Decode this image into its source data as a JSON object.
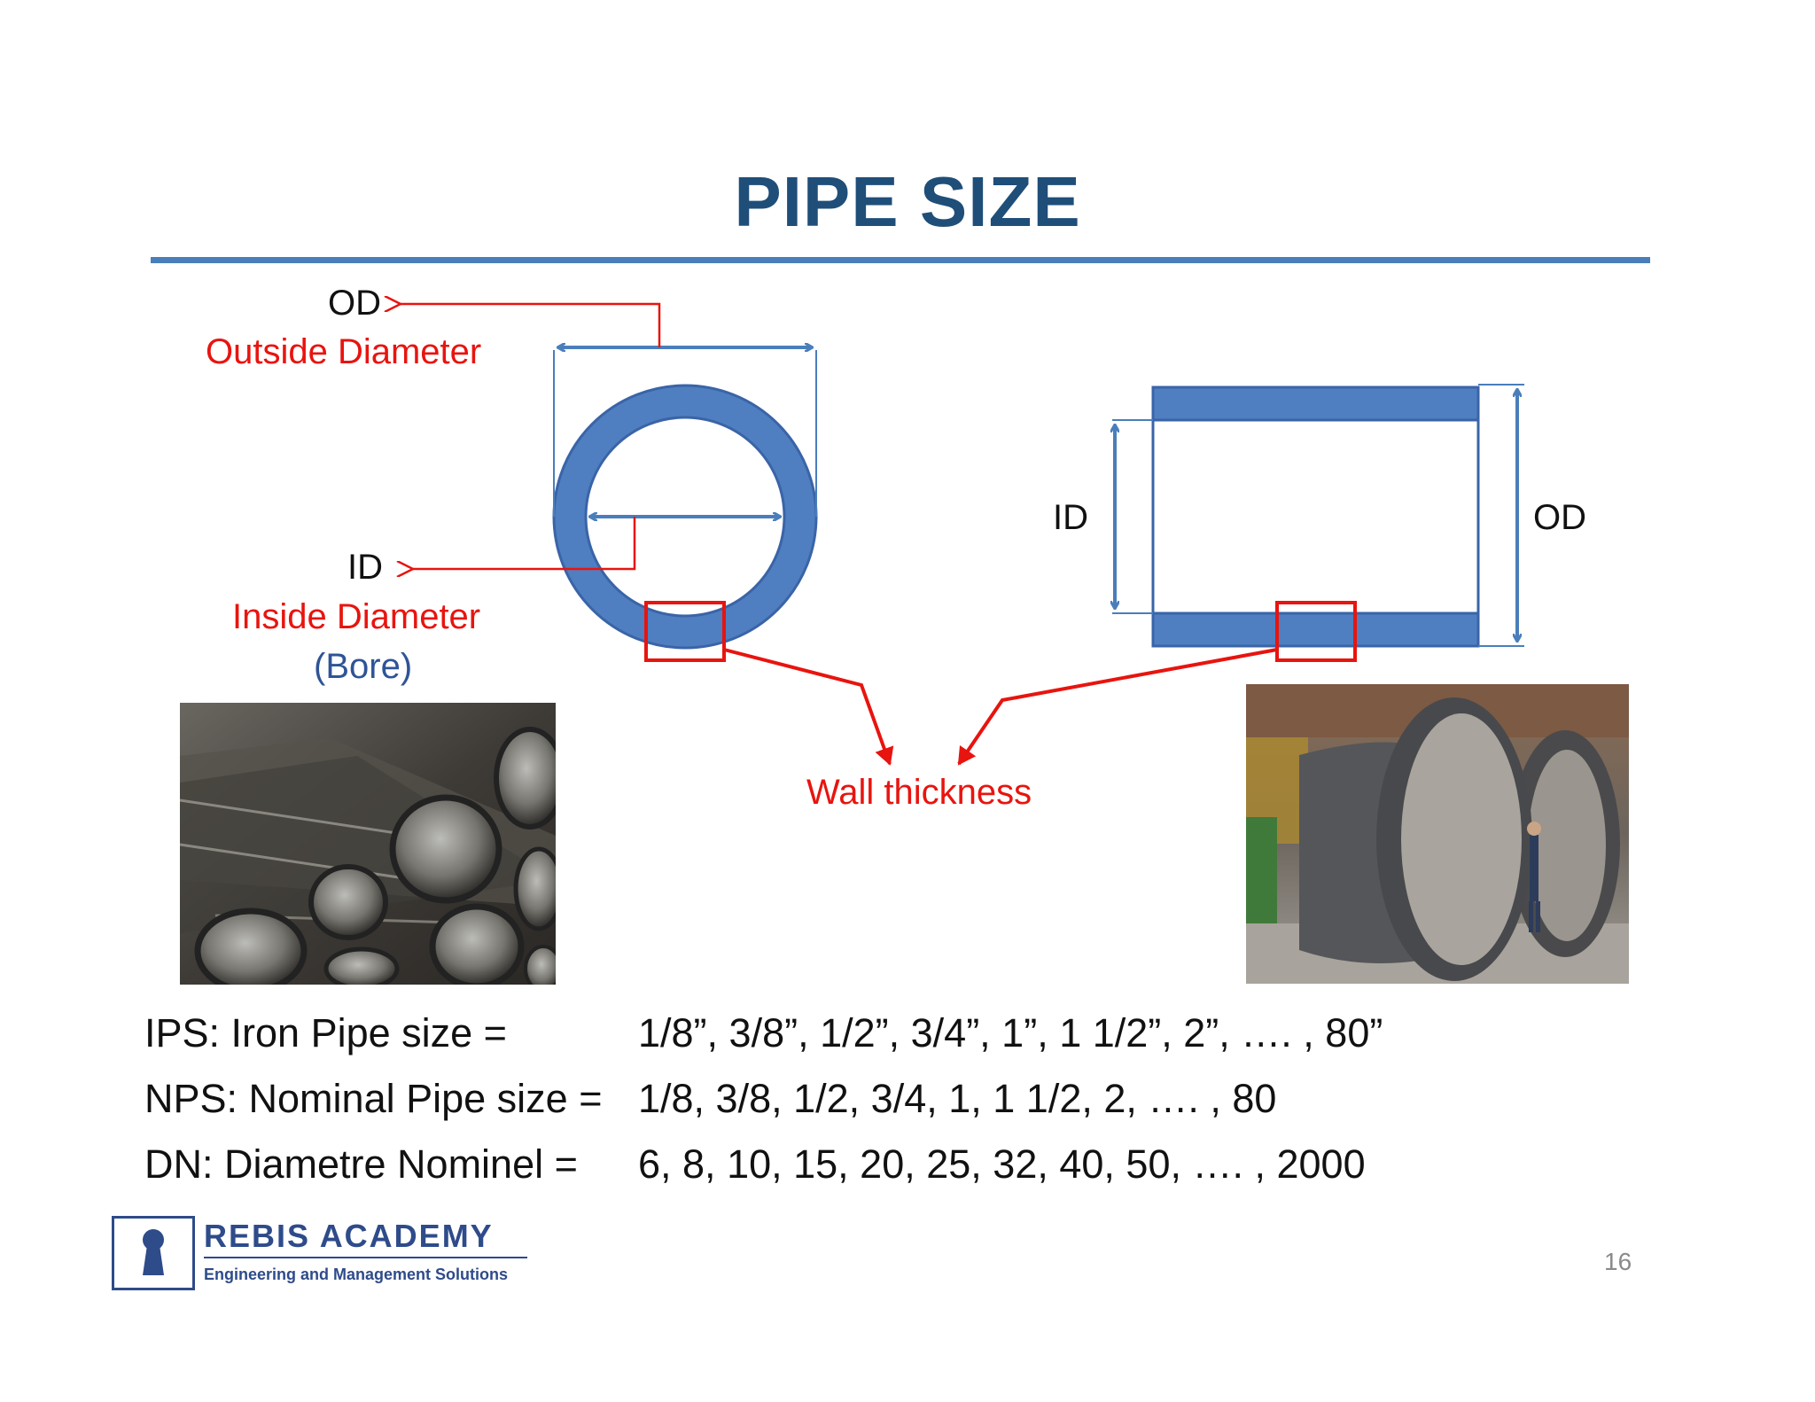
{
  "title": "PIPE SIZE",
  "colors": {
    "title": "#1F4E79",
    "pipe_fill": "#4F7FC0",
    "pipe_stroke": "#3A64A8",
    "annotation_red": "#E8140F",
    "bore_blue": "#2F5496"
  },
  "diagram_left": {
    "od_label": "OD",
    "od_caption": "Outside Diameter",
    "id_label": "ID",
    "id_caption": "Inside Diameter",
    "bore_caption": "(Bore)"
  },
  "diagram_right": {
    "id_label": "ID",
    "od_label": "OD"
  },
  "wall_thickness_label": "Wall thickness",
  "photos": [
    {
      "name": "steel-pipes-stack-photo"
    },
    {
      "name": "large-diameter-pipes-photo"
    }
  ],
  "specs": [
    {
      "label": "IPS: Iron Pipe size =",
      "value": "1/8”, 3/8”, 1/2”, 3/4”, 1”, 1 1/2”, 2”, …. , 80”"
    },
    {
      "label": "NPS: Nominal Pipe size =",
      "value": "1/8, 3/8, 1/2, 3/4, 1, 1 1/2, 2, …. , 80"
    },
    {
      "label": "DN: Diametre Nominel =",
      "value": "6, 8, 10, 15, 20, 25, 32, 40, 50, …. , 2000"
    }
  ],
  "logo": {
    "name": "REBIS ACADEMY",
    "tagline": "Engineering and Management Solutions",
    "icon": "keyhole-icon"
  },
  "page_number": "16"
}
